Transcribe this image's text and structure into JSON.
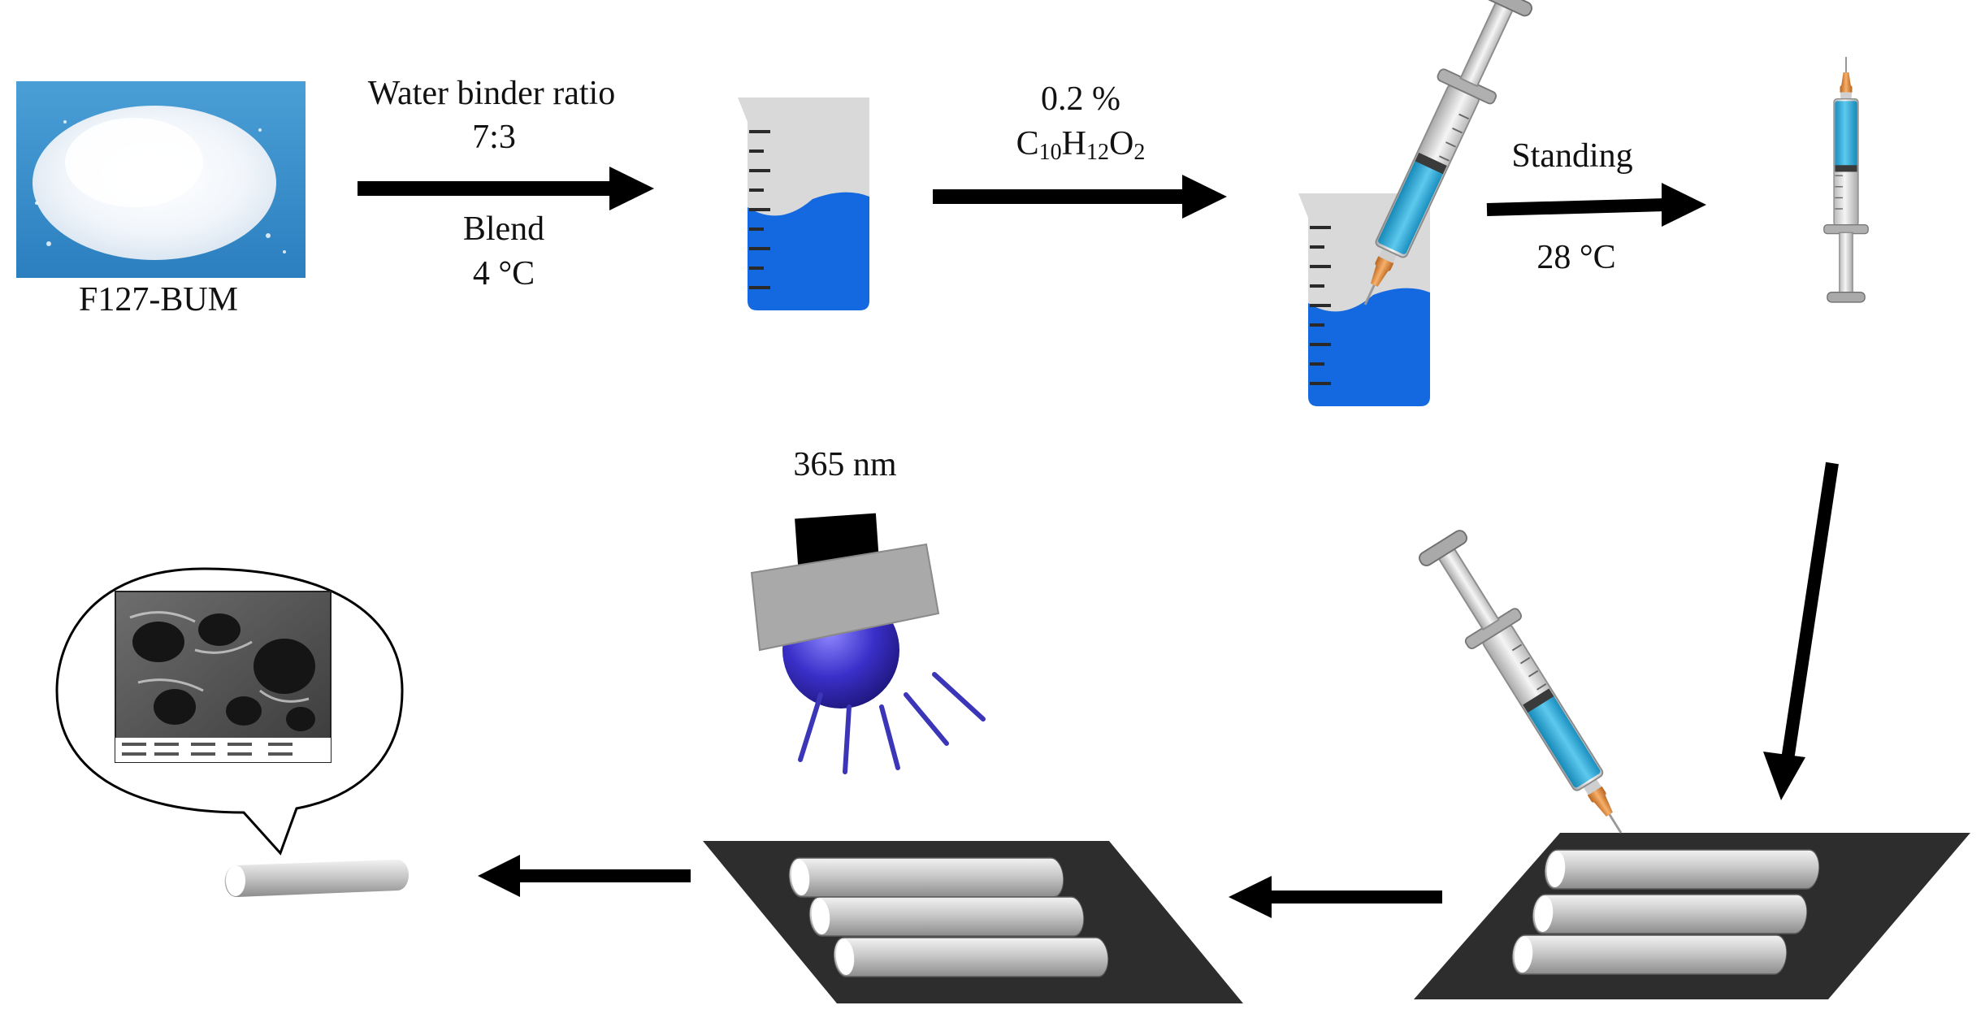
{
  "labels": {
    "powder": "F127-BUM",
    "step1_top_line1": "Water binder ratio",
    "step1_top_line2": "7:3",
    "step1_bottom_line1": "Blend",
    "step1_bottom_line2": "4 °C",
    "step2_percent": "0.2 %",
    "step2_formula": {
      "c": "C",
      "c_sub": "10",
      "h": "H",
      "h_sub": "12",
      "o": "O",
      "o_sub": "2"
    },
    "step3_top": "Standing",
    "step3_bottom": "28 °C",
    "uv_wavelength": "365 nm"
  },
  "colors": {
    "liquid_blue": "#1469e0",
    "beaker_gray": "#d9d9d9",
    "syringe_cyan": "#3aaed8",
    "needle_orange": "#e08a3c",
    "uv_bulb": "#3a2fc9",
    "uv_rays": "#3b35b8",
    "mold_dark": "#2d2d2d",
    "arrow": "#000000"
  },
  "icons": {
    "powder": "white-powder-pile",
    "beaker": "graduated-beaker",
    "syringe": "syringe",
    "uv_lamp": "uv-lamp",
    "mold": "channel-mold",
    "sem": "sem-micrograph-bubble",
    "fiber": "hydrogel-fiber"
  }
}
